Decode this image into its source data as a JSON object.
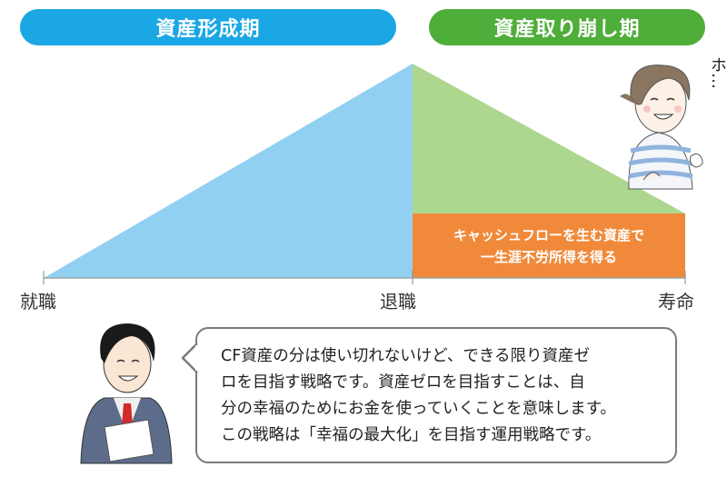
{
  "header": {
    "phase_accumulation": "資産形成期",
    "phase_drawdown": "資産取り崩し期",
    "colors": {
      "accumulation": "#1aa7e4",
      "drawdown": "#4fad3a"
    }
  },
  "diagram": {
    "timeline_labels": {
      "start": "就職",
      "retirement": "退職",
      "end": "寿命"
    },
    "orange_box": {
      "line1": "キャッシュフローを生む資産で",
      "line2": "一生涯不労所得を得る",
      "color": "#f08a3a"
    },
    "triangle_colors": {
      "accumulation": "#92d0f2",
      "drawdown": "#add68e"
    }
  },
  "woman": {
    "exclamation": "ホ…"
  },
  "speech_bubble": {
    "lines": [
      "CF資産の分は使い切れないけど、できる限り資産ゼ",
      "ロを目指す戦略です。資産ゼロを目指すことは、自",
      "分の幸福のためにお金を使っていくことを意味します。",
      "この戦略は「幸福の最大化」を目指す運用戦略です。"
    ]
  }
}
